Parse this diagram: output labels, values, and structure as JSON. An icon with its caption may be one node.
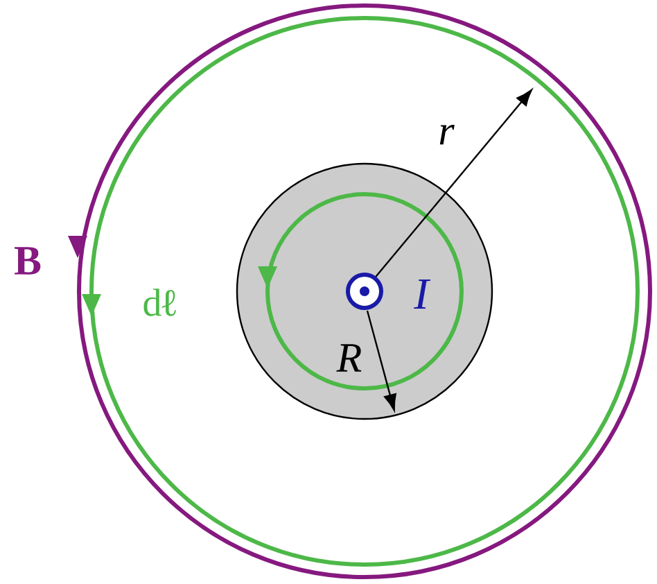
{
  "diagram": {
    "labels": [
      "B",
      "d**ℓ**",
      "r",
      "I",
      "R"
    ]
  }
}
